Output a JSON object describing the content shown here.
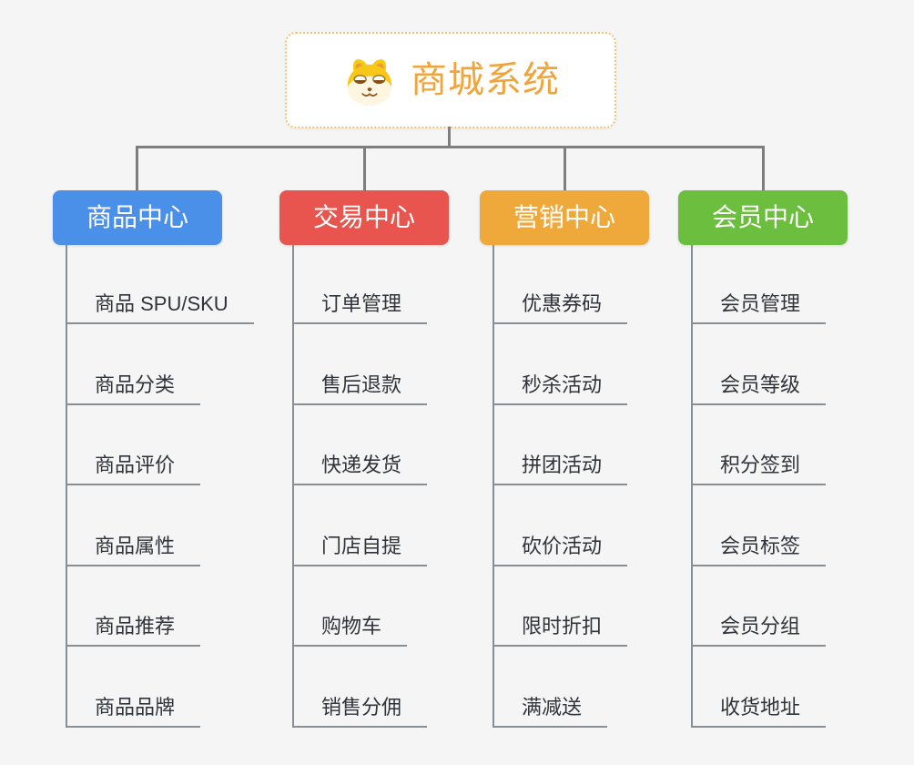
{
  "root": {
    "title": "商城系统",
    "icon": "dog-face"
  },
  "colors": {
    "background": "#f5f5f6",
    "connector": "#7e7e7e",
    "root_border": "#f4c26d",
    "root_title": "#f0a53c",
    "leaf_text": "#30343a",
    "leaf_line": "#898e93"
  },
  "branches": [
    {
      "label": "商品中心",
      "color": "#4a8fe8",
      "children": [
        "商品 SPU/SKU",
        "商品分类",
        "商品评价",
        "商品属性",
        "商品推荐",
        "商品品牌"
      ]
    },
    {
      "label": "交易中心",
      "color": "#e8554f",
      "children": [
        "订单管理",
        "售后退款",
        "快递发货",
        "门店自提",
        "购物车",
        "销售分佣"
      ]
    },
    {
      "label": "营销中心",
      "color": "#efa93b",
      "children": [
        "优惠券码",
        "秒杀活动",
        "拼团活动",
        "砍价活动",
        "限时折扣",
        "满减送"
      ]
    },
    {
      "label": "会员中心",
      "color": "#6cbf3e",
      "children": [
        "会员管理",
        "会员等级",
        "积分签到",
        "会员标签",
        "会员分组",
        "收货地址"
      ]
    }
  ]
}
